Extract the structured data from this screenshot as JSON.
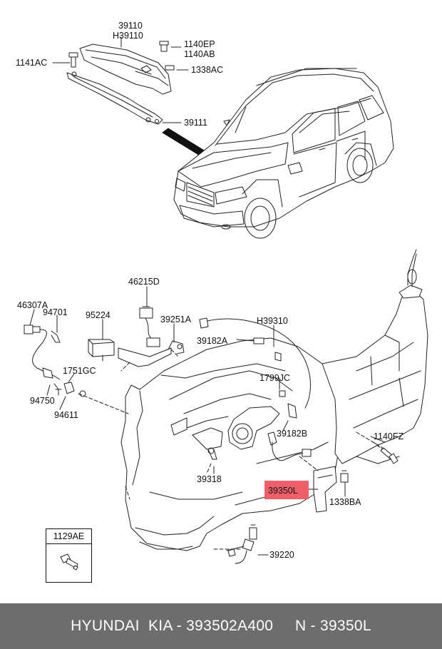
{
  "labels": {
    "p39110": "39110",
    "pH39110": "H39110",
    "p1141AC": "1141AC",
    "p1140EP": "1140EP",
    "p1140AB": "1140AB",
    "p1338AC": "1338AC",
    "p39111": "39111",
    "p46215D": "46215D",
    "p46307A": "46307A",
    "p94701": "94701",
    "p95224": "95224",
    "p39251A": "39251A",
    "pH39310": "H39310",
    "p39182A": "39182A",
    "p1751GC": "1751GC",
    "p1799JC": "1799JC",
    "p94750": "94750",
    "p94611": "94611",
    "p39182B": "39182B",
    "p1140FZ": "1140FZ",
    "p39318": "39318",
    "p39350L": "39350L",
    "p1338BA": "1338BA",
    "p39220": "39220"
  },
  "legend": {
    "code": "1129AE"
  },
  "footer": {
    "text": "HYUNDAI  KIA - 393502A400     N - 39350L"
  },
  "colors": {
    "highlight": "#f0606a",
    "footer_bg": "#6d6d6d",
    "line": "#222222"
  }
}
